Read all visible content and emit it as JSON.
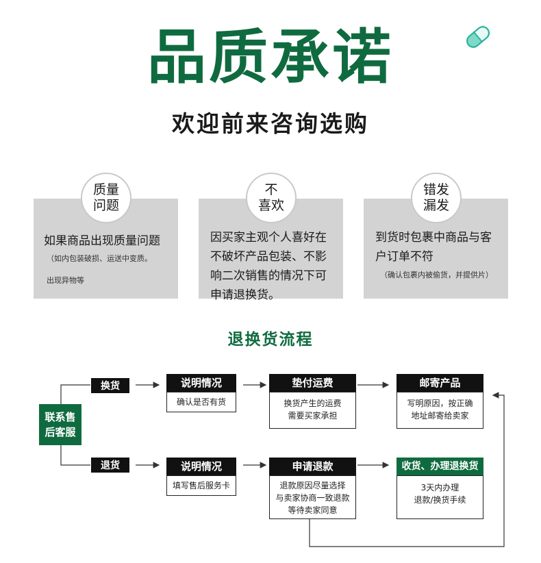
{
  "header": {
    "title": "品质承诺",
    "subtitle": "欢迎前来咨询选购",
    "icon": "pill-icon",
    "accent_color": "#0f6b3f"
  },
  "promises": [
    {
      "badge": "质量\n问题",
      "text": "如果商品出现质量问题",
      "note": "（如内包装破损、运送中变质。\n\n出现异物等"
    },
    {
      "badge": "不\n喜欢",
      "text": "因买家主观个人喜好在\n不破坏产品包装、不影\n响二次销售的情况下可\n申请退换货。",
      "note": ""
    },
    {
      "badge": "错发\n漏发",
      "text": "到货时包裹中商品与客\n户订单不符",
      "note": "（确认包裹内被偷货，并提供片）"
    }
  ],
  "flow": {
    "title": "退换货流程",
    "contact": "联系售\n后客服",
    "exchange_tag": "换货",
    "return_tag": "退货",
    "exchange": [
      {
        "header": "说明情况",
        "body": "确认是否有货"
      },
      {
        "header": "垫付运费",
        "body": "换货产生的运费\n需要买家承担"
      },
      {
        "header": "邮寄产品",
        "body": "写明原因，按正确\n地址邮寄给卖家"
      }
    ],
    "return": [
      {
        "header": "说明情况",
        "body": "填写售后服务卡"
      },
      {
        "header": "申请退款",
        "body": "退款原因尽量选择\n与卖家协商一致退款\n等待卖家同意"
      },
      {
        "header": "收货、办理退换货",
        "body": "3天内办理\n退款/换货手续"
      }
    ]
  }
}
